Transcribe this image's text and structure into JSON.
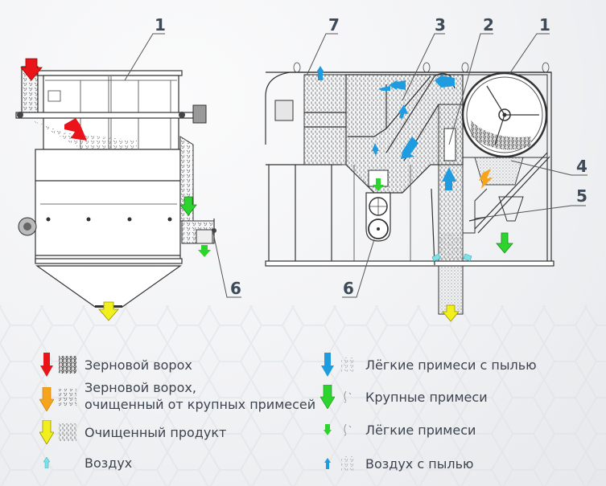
{
  "colors": {
    "grain_heap": "#e8141a",
    "grain_cleaned_large": "#f5a41b",
    "cleaned_product": "#f2ef1e",
    "air": "#7fe0ea",
    "light_impurities_dust": "#1f9be0",
    "large_impurities": "#2ed42e",
    "light_impurities": "#2ed42e",
    "air_with_dust": "#1f9be0",
    "label_text": "#3e4a58"
  },
  "left_view": {
    "callouts": [
      "1",
      "6"
    ]
  },
  "right_view": {
    "callouts": [
      "7",
      "3",
      "2",
      "1",
      "4",
      "5",
      "6"
    ]
  },
  "legend": {
    "items": [
      {
        "icon": "red-down-arrow",
        "texture": "dense-grain-texture",
        "label": "Зерновой ворох"
      },
      {
        "icon": "orange-down-arrow",
        "texture": "grain-texture",
        "label": "Зерновой ворох,",
        "label2": "очищенный от крупных примесей"
      },
      {
        "icon": "yellow-down-arrow",
        "texture": "fine-dot-texture",
        "label": "Очищенный продукт"
      },
      {
        "icon": "cyan-up-arrow-small",
        "texture": "",
        "label": "Воздух"
      },
      {
        "icon": "blue-down-arrow",
        "texture": "dust-texture",
        "label": "Лёгкие примеси с пылью"
      },
      {
        "icon": "green-down-arrow",
        "texture": "chaff-texture",
        "label": "Крупные примеси"
      },
      {
        "icon": "green-down-arrow-small",
        "texture": "chaff-texture",
        "label": "Лёгкие примеси"
      },
      {
        "icon": "blue-up-arrow-small",
        "texture": "dust-texture",
        "label": "Воздух с пылью"
      }
    ]
  }
}
